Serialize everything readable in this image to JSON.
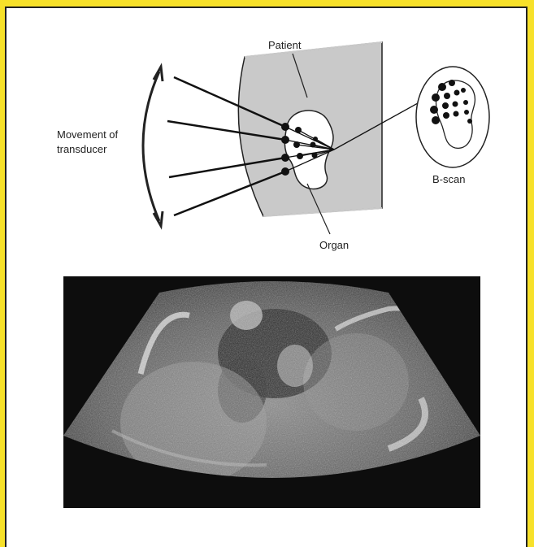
{
  "diagram": {
    "label_patient": "Patient",
    "label_movement_line1": "Movement of",
    "label_movement_line2": "transducer",
    "label_bscan": "B-scan",
    "label_organ": "Organ"
  },
  "ultrasound_image": {
    "background_color": "#0d0d0d"
  },
  "colors": {
    "border": "#f7e12a",
    "patient_fill": "#c9c9c9",
    "ink": "#1a1a1a"
  }
}
